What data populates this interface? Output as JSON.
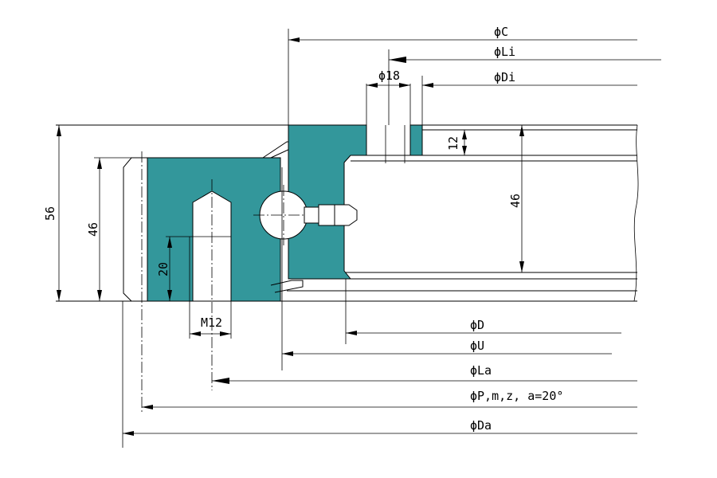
{
  "labels": {
    "c": "ϕC",
    "li": "ϕLi",
    "d18": "ϕ18",
    "di": "ϕDi",
    "d": "ϕD",
    "u": "ϕU",
    "la": "ϕLa",
    "p": "ϕP,m,z, a=20°",
    "da": "ϕDa"
  },
  "dims": {
    "overall_height": "56",
    "outer_ring_height": "46",
    "inner_ring_height": "46",
    "thread_depth": "20",
    "gear_depth": "12",
    "thread_size": "M12"
  },
  "colors": {
    "section_fill": "#33979b",
    "line": "#000000"
  }
}
